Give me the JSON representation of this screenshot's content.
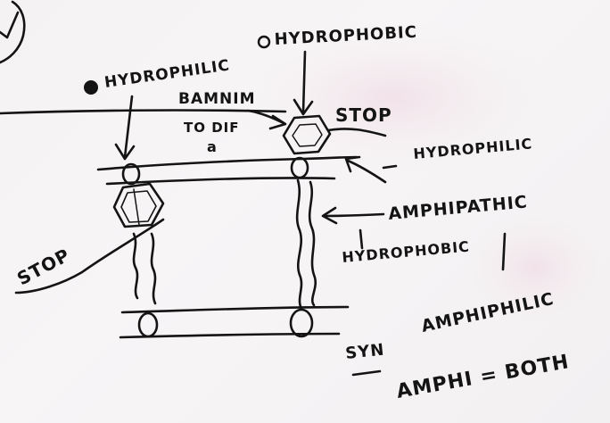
{
  "labels": {
    "hydrophilic_left": "HYDROPHILIC",
    "hydrophobic_top": "HYDROPHOBIC",
    "bamnim": "BAMNIM",
    "to_dif": "TO DIF",
    "to_dif_sub": "a",
    "stop_right": "STOP",
    "hydrophilic_right": "HYDROPHILIC",
    "amphipathic": "AMPHIPATHIC",
    "hydrophobic_mid": "HYDROPHOBIC",
    "amphiphilic": "AMPHIPHILIC",
    "stop_left": "STOP",
    "syn": "SYN",
    "amphi_eq": "AMPHI = BOTH"
  },
  "colors": {
    "ink": "#141414",
    "paper": "#f5f3f4",
    "pink_smudge": "#f3e4ea"
  }
}
